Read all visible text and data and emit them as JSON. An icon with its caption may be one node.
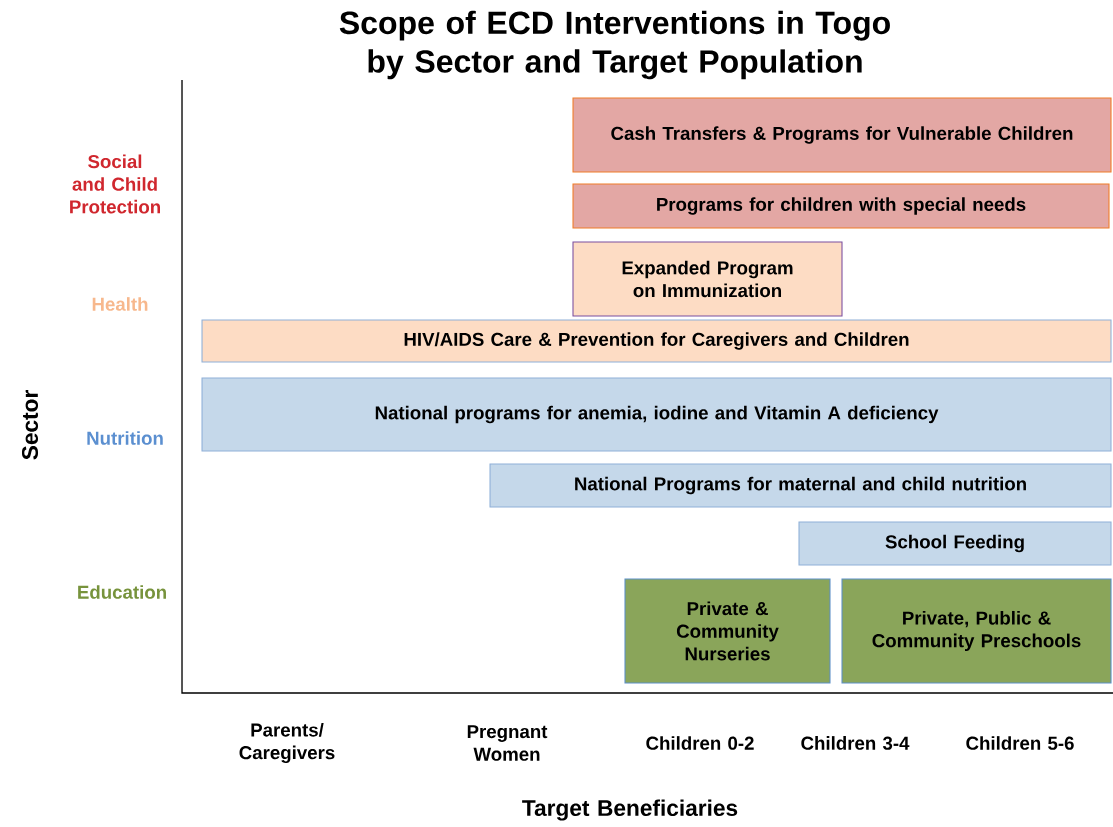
{
  "diagram": {
    "title": "Scope of ECD Interventions in Togo by Sector and Target Population",
    "nodes": [
      {
        "text": [
          "Cash Transfers & Programs for Vulnerable Children"
        ]
      },
      {
        "text": [
          "Programs for children with special needs"
        ]
      },
      {
        "text": [
          "Expanded Program on Immunization"
        ]
      },
      {
        "text": [
          "HIV/AIDS Care & Prevention for Caregivers and Children"
        ]
      },
      {
        "text": [
          "National programs for anemia, iodine and Vitamin A deficiency"
        ]
      },
      {
        "text": [
          "National Programs for maternal and child nutrition"
        ]
      },
      {
        "text": [
          "School Feeding"
        ]
      },
      {
        "text": [
          "Private & Community Nurseries"
        ]
      },
      {
        "text": [
          "Private, Public & Community Preschools"
        ]
      }
    ],
    "labels": [
      "Social and Child Protection",
      "Health",
      "Nutrition",
      "Education",
      "Sector",
      "Parents/ Caregivers",
      "Pregnant Women",
      "Children 0-2",
      "Children 3-4",
      "Children 5-6",
      "Target Beneficiaries"
    ]
  }
}
